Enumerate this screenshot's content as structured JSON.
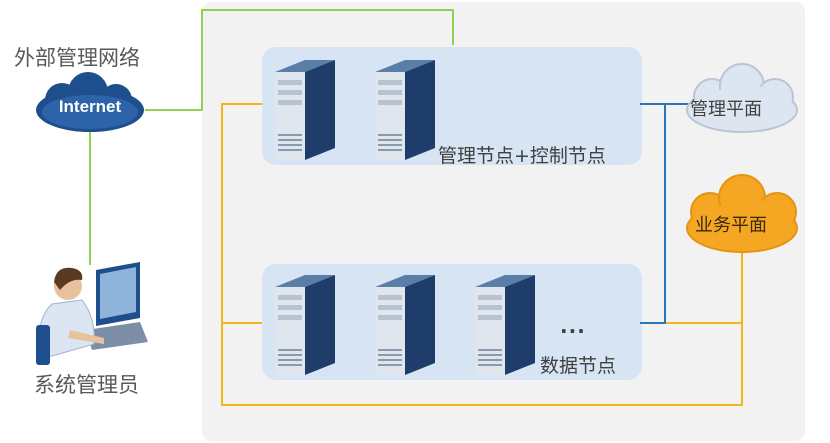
{
  "external_network_label": "外部管理网络",
  "internet_label": "Internet",
  "admin_label": "系统管理员",
  "management_nodes_label": "管理节点+控制节点",
  "data_nodes_label": "数据节点",
  "ellipsis": "...",
  "management_plane_label": "管理平面",
  "business_plane_label": "业务平面",
  "colors": {
    "external_link": "#92d050",
    "business_link": "#f2b51a",
    "management_link": "#2e75b6",
    "node_group_fill": "#d6e4f3",
    "background_panel": "#f2f2f2",
    "server_body": "#1f3d6b",
    "business_cloud": "#f5a623",
    "management_cloud": "#dde6f0"
  },
  "icons": [
    "server-icon",
    "internet-cloud-icon",
    "cloud-icon",
    "administrator-icon"
  ]
}
